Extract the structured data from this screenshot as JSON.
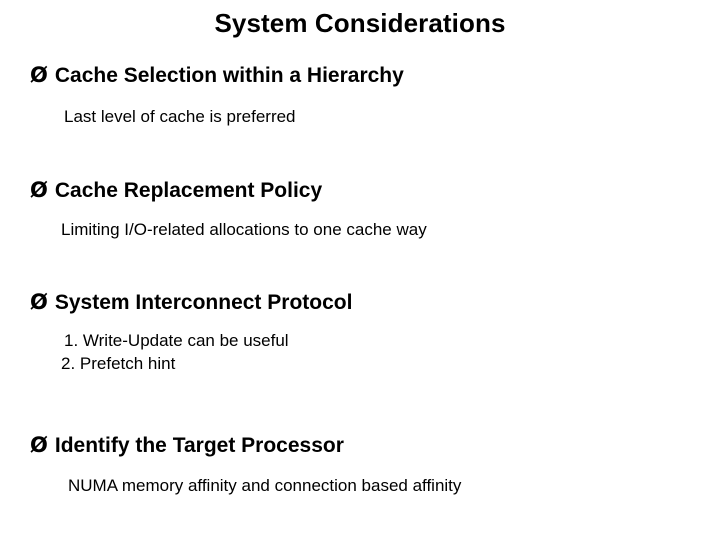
{
  "slide": {
    "title": "System Considerations",
    "bullet_marker": "Ø",
    "blocks": [
      {
        "heading": "Cache Selection within a Hierarchy",
        "lines": [
          "Last level of cache is preferred"
        ]
      },
      {
        "heading": "Cache Replacement Policy",
        "lines": [
          "Limiting I/O-related allocations to one cache way"
        ]
      },
      {
        "heading": "System Interconnect Protocol",
        "lines": [
          "1. Write-Update can be useful",
          "2. Prefetch hint"
        ]
      },
      {
        "heading": "Identify the Target Processor",
        "lines": [
          "NUMA memory affinity and connection based affinity"
        ]
      }
    ]
  }
}
